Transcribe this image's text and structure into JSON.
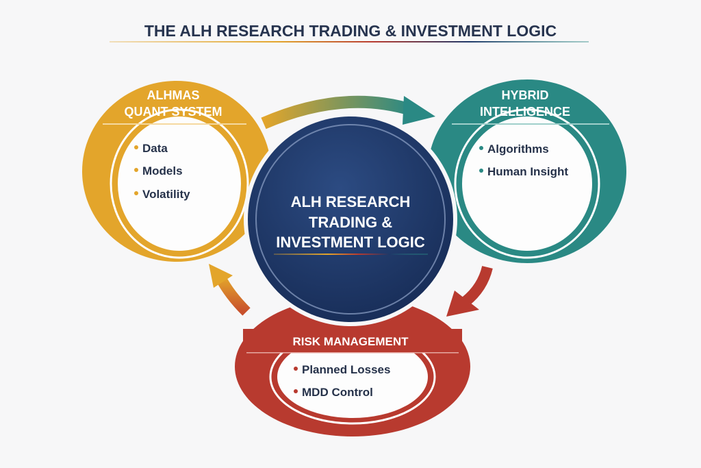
{
  "title": "THE ALH RESEARCH TRADING & INVESTMENT LOGIC",
  "colors": {
    "title": "#27344f",
    "yellow": "#e3a52b",
    "teal": "#2a8984",
    "navy": "#1e3868",
    "red": "#b83a2f",
    "text": "#26324a"
  },
  "nodes": {
    "quant": {
      "title_lines": [
        "ALHMAS",
        "QUANT SYSTEM"
      ],
      "items": [
        "Data",
        "Models",
        "Volatility"
      ]
    },
    "hybrid": {
      "title_lines": [
        "HYBRID",
        "INTELLIGENCE"
      ],
      "items": [
        "Algorithms",
        "Human Insight"
      ]
    },
    "center": {
      "title_lines": [
        "ALH RESEARCH",
        "TRADING &",
        "INVESTMENT LOGIC"
      ]
    },
    "risk": {
      "title": "RISK MANAGEMENT",
      "items": [
        "Planned Losses",
        "MDD Control"
      ]
    }
  }
}
